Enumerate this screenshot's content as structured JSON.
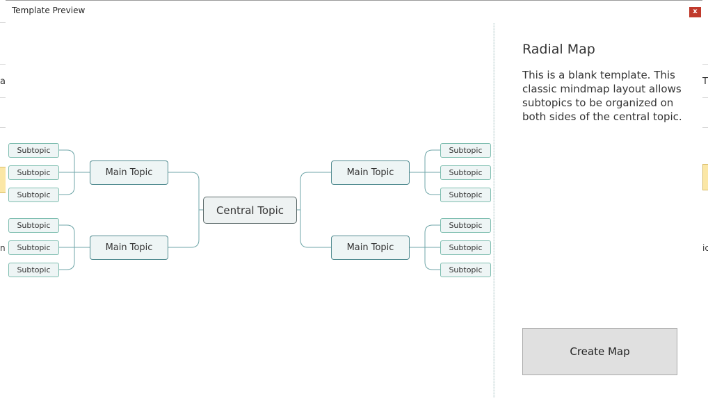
{
  "window": {
    "title": "Template Preview",
    "close_label": "x"
  },
  "background": {
    "left_fragments": [
      "a",
      "ne"
    ],
    "right_fragments": [
      "T",
      "ic"
    ]
  },
  "template": {
    "name": "Radial Map",
    "description": "This is a blank template. This classic mindmap layout allows subtopics to be organized on both sides of the central topic.",
    "create_button": "Create Map"
  },
  "mindmap": {
    "central": "Central Topic",
    "main_topics": [
      "Main Topic",
      "Main Topic",
      "Main Topic",
      "Main Topic"
    ],
    "subtopic": "Subtopic",
    "colors": {
      "central_border": "#5c6a6a",
      "main_border": "#4f8a8f",
      "sub_border": "#7dbdaf",
      "fill": "#eef5f5",
      "connector": "#6fa6a8"
    }
  }
}
